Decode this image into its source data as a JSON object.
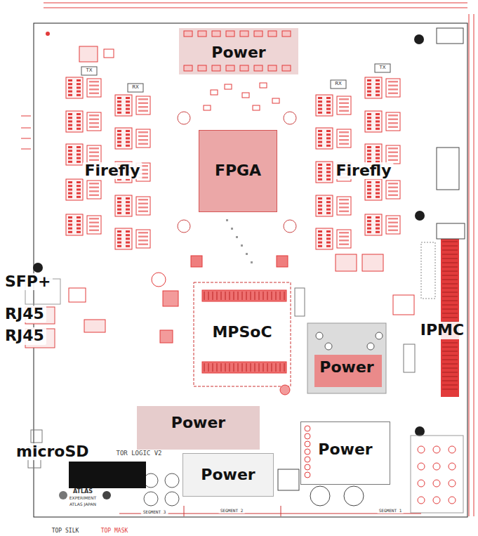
{
  "diagram": {
    "nodes": [
      {
        "text": [
          "Power"
        ]
      },
      {
        "text": [
          "FPGA"
        ]
      },
      {
        "text": [
          "MPSoC"
        ]
      },
      {
        "text": [
          "Power"
        ]
      },
      {
        "text": [
          "Power"
        ]
      },
      {
        "text": [
          "Power"
        ]
      },
      {
        "text": [
          "Power"
        ]
      },
      {
        "text": [
          "IPMC"
        ]
      },
      {
        "text": [
          "SFP+"
        ]
      },
      {
        "text": [
          "RJ45"
        ]
      },
      {
        "text": [
          "RJ45"
        ]
      },
      {
        "text": [
          "microSD"
        ]
      }
    ],
    "labels": [
      "Firefly",
      "Firefly",
      "TX",
      "RX",
      "RX",
      "TX",
      "TOR LOGIC V2",
      "ATLAS",
      "EXPERIMENT",
      "ATLAS JAPAN",
      "SEGMENT 3",
      "SEGMENT 2",
      "SEGMENT 1",
      "TOP SILK",
      "TOP MASK"
    ]
  }
}
